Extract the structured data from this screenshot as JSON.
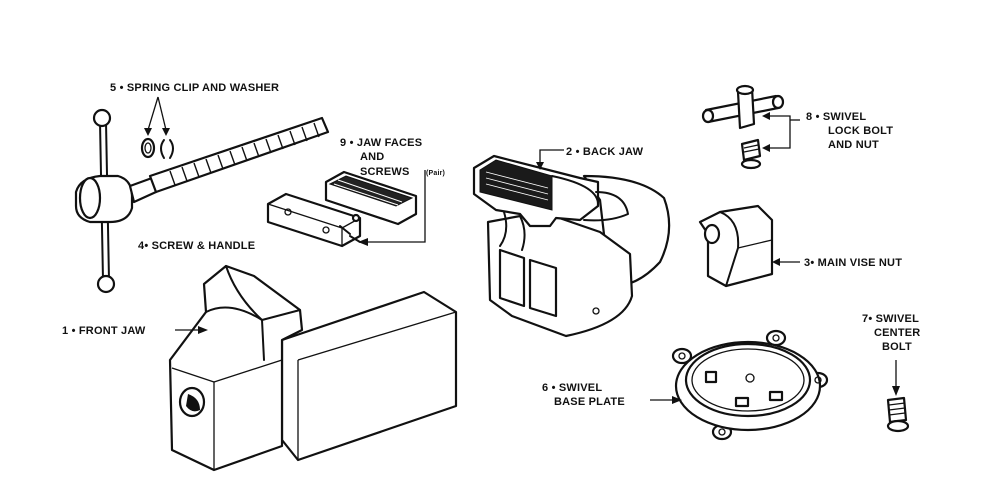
{
  "labels": {
    "front_jaw": "1 • FRONT JAW",
    "back_jaw": "2 • BACK JAW",
    "main_vise_nut": "3• MAIN VISE NUT",
    "screw_handle": "4• SCREW & HANDLE",
    "spring_clip": "5 • SPRING CLIP AND WASHER",
    "swivel_base_line1": "6 • SWIVEL",
    "swivel_base_line2": "BASE PLATE",
    "swivel_center_line1": "7• SWIVEL",
    "swivel_center_line2": "CENTER",
    "swivel_center_line3": "BOLT",
    "swivel_lock_line1": "8 • SWIVEL",
    "swivel_lock_line2": "LOCK BOLT",
    "swivel_lock_line3": "AND NUT",
    "jaw_faces_line1": "9 • JAW FACES",
    "jaw_faces_line2": "AND",
    "jaw_faces_line3": "SCREWS",
    "jaw_faces_note": "(Pair)"
  },
  "colors": {
    "ink": "#111111",
    "background": "#ffffff"
  }
}
